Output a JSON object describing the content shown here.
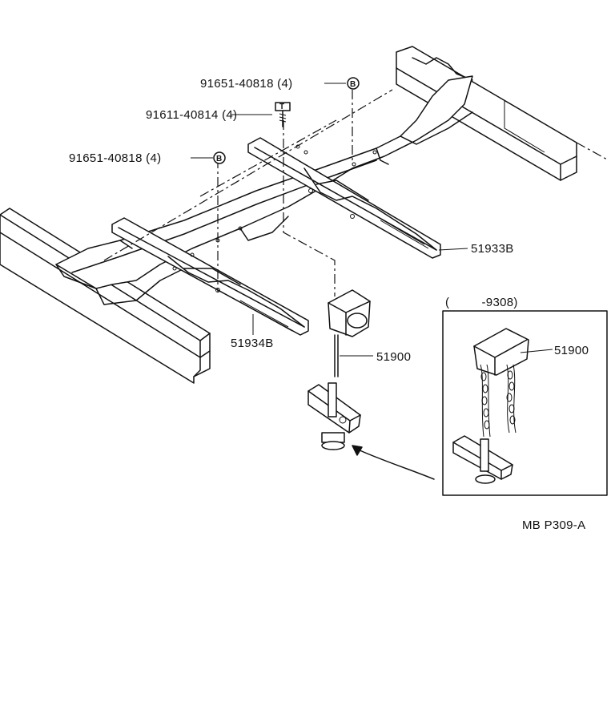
{
  "callouts": {
    "bolt_b_top": {
      "text": "91651-40818 (4)",
      "marker": "B"
    },
    "bolt_t": {
      "text": "91611-40814 (4)",
      "marker": "T"
    },
    "bolt_b_left": {
      "text": "91651-40818 (4)",
      "marker": "B"
    },
    "crossmember_right": {
      "text": "51933B"
    },
    "crossmember_left": {
      "text": "51934B"
    },
    "carrier": {
      "text": "51900"
    },
    "inset_carrier": {
      "text": "51900"
    }
  },
  "inset": {
    "range": "(         -9308)"
  },
  "figure_code": "MB P309-A"
}
